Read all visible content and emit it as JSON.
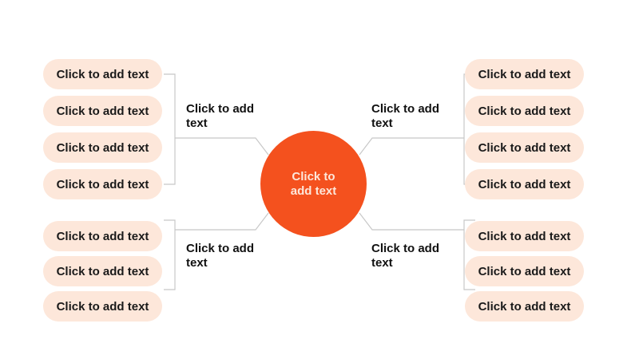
{
  "center": {
    "label": "Click to add text",
    "color": "#f4511e"
  },
  "branches": [
    {
      "label": "Click to add text",
      "items": [
        "Click to add text",
        "Click to add text",
        "Click to add text",
        "Click to add text"
      ]
    },
    {
      "label": "Click to add text",
      "items": [
        "Click to add text",
        "Click to add text",
        "Click to add text"
      ]
    },
    {
      "label": "Click to add text",
      "items": [
        "Click to add text",
        "Click to add text",
        "Click to add text",
        "Click to add text"
      ]
    },
    {
      "label": "Click to add text",
      "items": [
        "Click to add text",
        "Click to add text",
        "Click to add text"
      ]
    }
  ]
}
